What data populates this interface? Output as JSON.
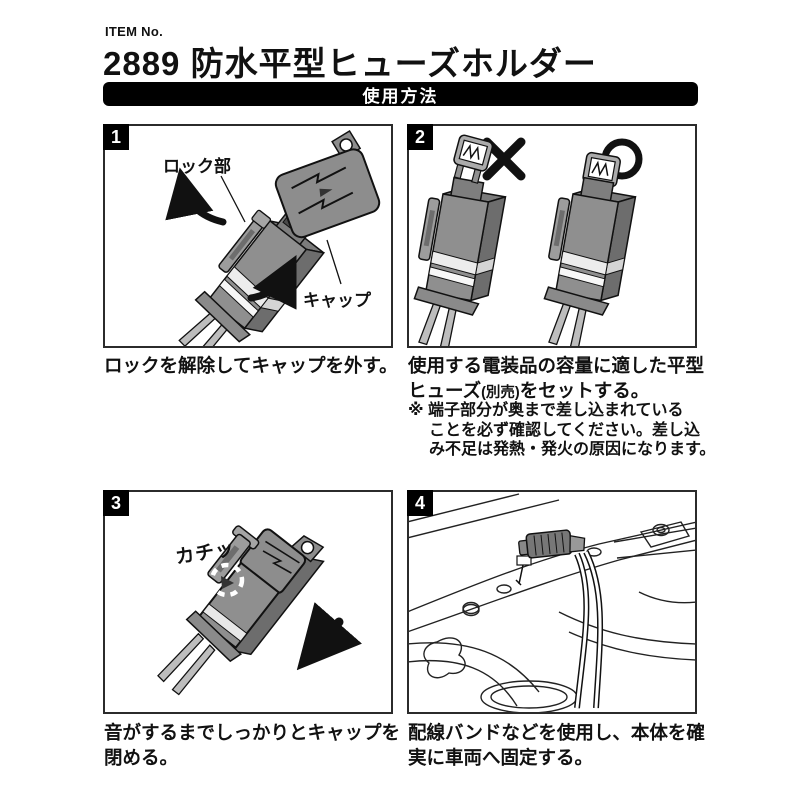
{
  "header": {
    "item_no_label": "ITEM No.",
    "title": "2889 防水平型ヒューズホルダー",
    "section_title": "使用方法"
  },
  "step1": {
    "number": "1",
    "lock_label": "ロック部",
    "cap_label": "キャップ",
    "caption": "ロックを解除してキャップを外す。"
  },
  "step2": {
    "number": "2",
    "wrong_mark": "×",
    "correct_mark": "○",
    "caption_line1": "使用する電装品の容量に適した平型",
    "caption_line2_pre": "ヒューズ",
    "caption_line2_paren": "(別売)",
    "caption_line2_post": "をセットする。",
    "note_lines": [
      "※ 端子部分が奥まで差し込まれている",
      "ことを必ず確認してください。差し込",
      "み不足は発熱・発火の原因になります。"
    ]
  },
  "step3": {
    "number": "3",
    "sound_label": "カチッ",
    "caption_lines": [
      "音がするまでしっかりとキャップを",
      "閉める。"
    ]
  },
  "step4": {
    "number": "4",
    "caption_lines": [
      "配線バンドなどを使用し、本体を確",
      "実に車両へ固定する。"
    ]
  },
  "colors": {
    "ink": "#111111",
    "part_gray": "#8f8f8f",
    "part_gray_dark": "#6d6d6d",
    "seal_light": "#ececec",
    "bar_black": "#000000"
  }
}
